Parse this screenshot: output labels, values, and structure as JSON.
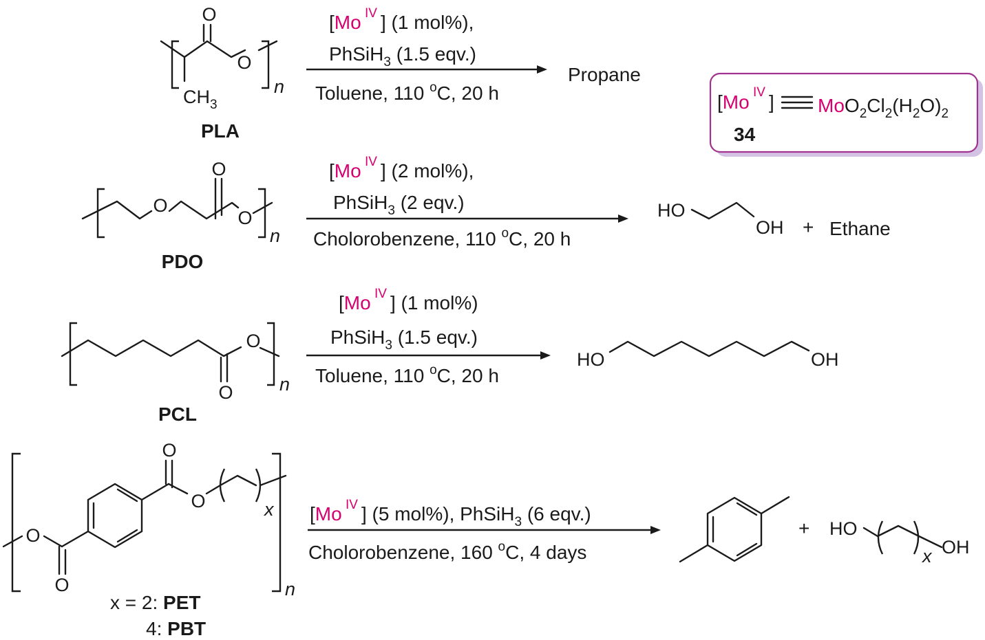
{
  "catalyst_box": {
    "mo": "Mo",
    "mo_ox": "IV",
    "formula_mo": "Mo",
    "formula_rest": "O",
    "o_sub": "2",
    "cl": "Cl",
    "cl_sub": "2",
    "paren_open": "(H",
    "h_sub": "2",
    "o_close": "O)",
    "outer_sub": "2",
    "compound_no": "34",
    "colors": {
      "mo": "#d6006f",
      "box_border": "#a0338f",
      "box_shadow": "#d4c2e4"
    }
  },
  "reactions": [
    {
      "polymer": "PLA",
      "reagent_line1_pre": "[",
      "reagent_line1_post": "] (1 mol%),",
      "silane_pre": "PhSiH",
      "silane_sub": "3",
      "silane_post": " (1.5 eqv.)",
      "conditions_pre": "Toluene, 110 ",
      "conditions_sup": "o",
      "conditions_post": "C, 20 h",
      "product": "Propane"
    },
    {
      "polymer": "PDO",
      "reagent_line1_post": "] (2 mol%),",
      "silane_post": " (2 eqv.)",
      "conditions_pre": "Cholorobenzene, 110 ",
      "conditions_post": "C, 20 h",
      "product_extra": "Ethane"
    },
    {
      "polymer": "PCL",
      "reagent_line1_post": "] (1 mol%)",
      "silane_post": " (1.5 eqv.)",
      "conditions_pre": "Toluene, 110 ",
      "conditions_post": "C, 20 h"
    },
    {
      "polymer_pet": "PET",
      "polymer_pbt": "PBT",
      "x_pet": "x = 2: ",
      "x_pbt": "4: ",
      "reagent_line1_post": "] (5 mol%), PhSiH",
      "silane_post": " (6 eqv.)",
      "conditions_pre": "Cholorobenzene, 160 ",
      "conditions_post": "C, 4 days"
    }
  ],
  "atoms": {
    "O": "O",
    "CH": "CH",
    "ch_sub": "3",
    "HO": "HO",
    "OH": "OH",
    "H": "H",
    "n": "n",
    "x": "x",
    "plus": "+"
  }
}
